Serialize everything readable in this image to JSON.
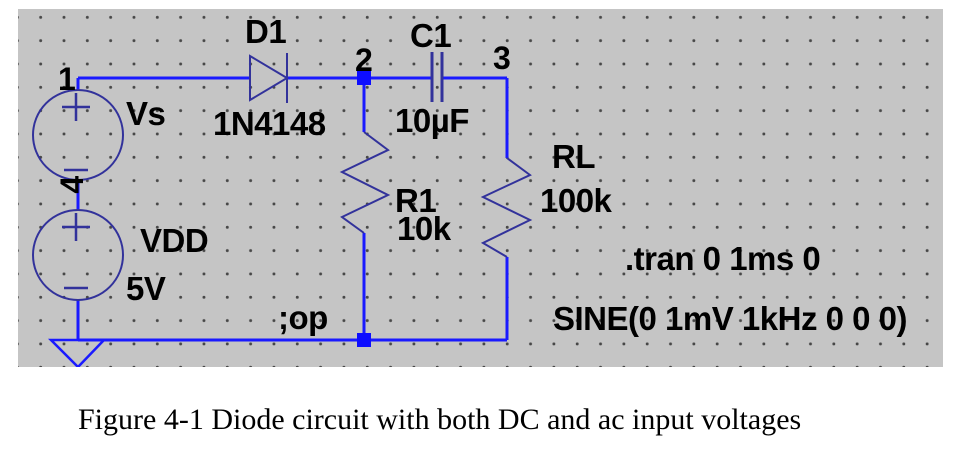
{
  "schematic": {
    "node_labels": {
      "n1": "1",
      "n2": "2",
      "n3": "3",
      "n4": "4"
    },
    "components": {
      "vs": {
        "name": "Vs"
      },
      "vdd": {
        "name": "VDD",
        "value": "5V"
      },
      "d1": {
        "name": "D1",
        "value": "1N4148"
      },
      "c1": {
        "name": "C1",
        "value": "10µF"
      },
      "r1": {
        "name": "R1",
        "value": "10k"
      },
      "rl": {
        "name": "RL",
        "value": "100k"
      }
    },
    "directives": {
      "op": ";op",
      "tran": ".tran 0 1ms 0",
      "sine": "SINE(0 1mV 1kHz 0 0 0)"
    }
  },
  "caption": "Figure 4-1 Diode circuit with both DC and ac input voltages",
  "colors": {
    "background": "#c5c5c5",
    "wire": "#1a1aff",
    "junction": "#0d0dff",
    "symbol": "#32329b",
    "text": "#000000"
  }
}
